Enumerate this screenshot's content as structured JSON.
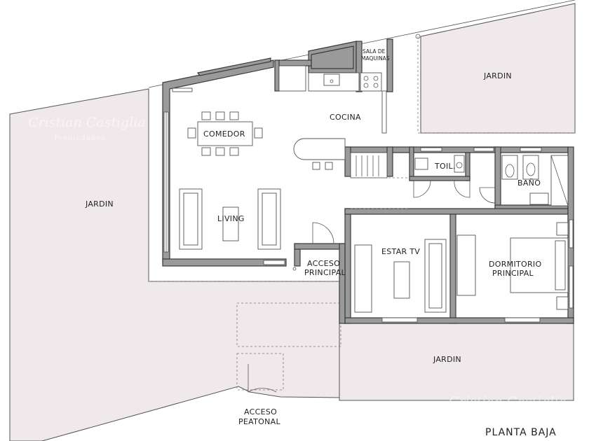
{
  "plan": {
    "title": "PLANTA BAJA",
    "rooms": {
      "comedor": "COMEDOR",
      "cocina": "COCINA",
      "living": "LIVING",
      "sala_maquinas_1": "SALA DE",
      "sala_maquinas_2": "MAQUINAS",
      "toilette": "TOIL.",
      "bano": "BAÑO",
      "acceso_principal_1": "ACCESO",
      "acceso_principal_2": "PRINCIPAL",
      "estar_tv": "ESTAR TV",
      "dormitorio_1": "DORMITORIO",
      "dormitorio_2": "PRINCIPAL",
      "jardin_left": "JARDIN",
      "jardin_top_right": "JARDIN",
      "jardin_bottom": "JARDIN",
      "acceso_peatonal_1": "ACCESO",
      "acceso_peatonal_2": "PEATONAL"
    },
    "watermark": {
      "name": "Cristian Castiglia",
      "sub": "Propiedades"
    },
    "colors": {
      "wall": "#9a9a9a",
      "garden": "#efe9eb",
      "line": "#555555"
    }
  }
}
